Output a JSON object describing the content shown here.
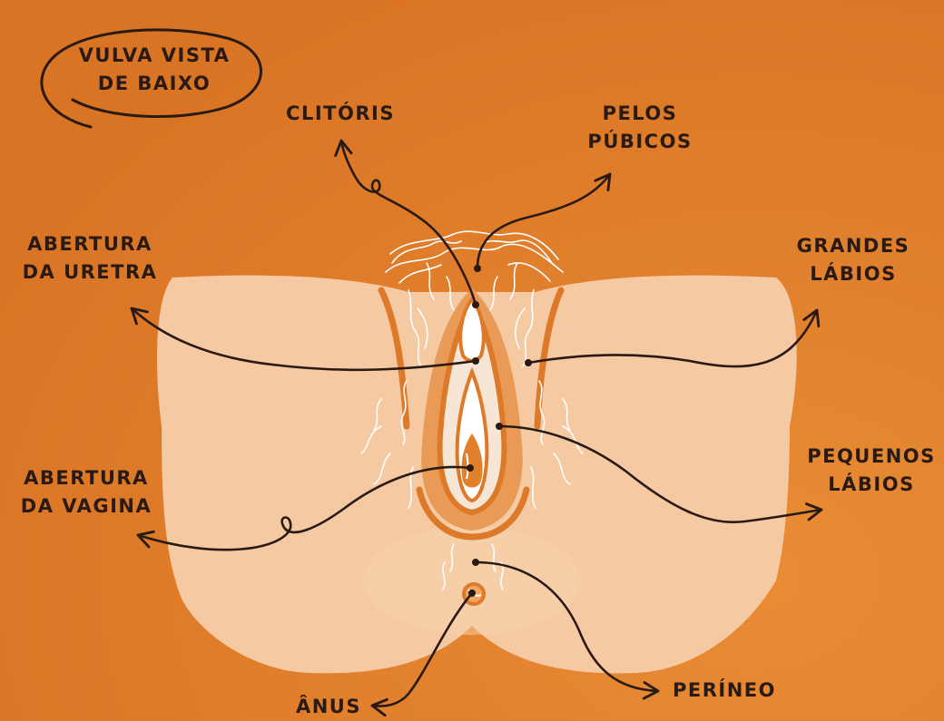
{
  "title": {
    "line1": "VULVA VISTA",
    "line2": "DE BAIXO"
  },
  "labels": {
    "clitoris": "CLITÓRIS",
    "pelos_pubicos": {
      "line1": "PELOS",
      "line2": "PÚBICOS"
    },
    "abertura_uretra": {
      "line1": "ABERTURA",
      "line2": "DA URETRA"
    },
    "grandes_labios": {
      "line1": "GRANDES",
      "line2": "LÁBIOS"
    },
    "abertura_vagina": {
      "line1": "ABERTURA",
      "line2": "DA VAGINA"
    },
    "pequenos_labios": {
      "line1": "PEQUENOS",
      "line2": "LÁBIOS"
    },
    "anus": "ÂNUS",
    "perineo": "PERÍNEO"
  },
  "colors": {
    "background": "#e07f2c",
    "skin": "#f5c9a1",
    "inner_orange": "#dd7a2a",
    "hair": "#ffffff",
    "ink": "#2a1a14"
  }
}
